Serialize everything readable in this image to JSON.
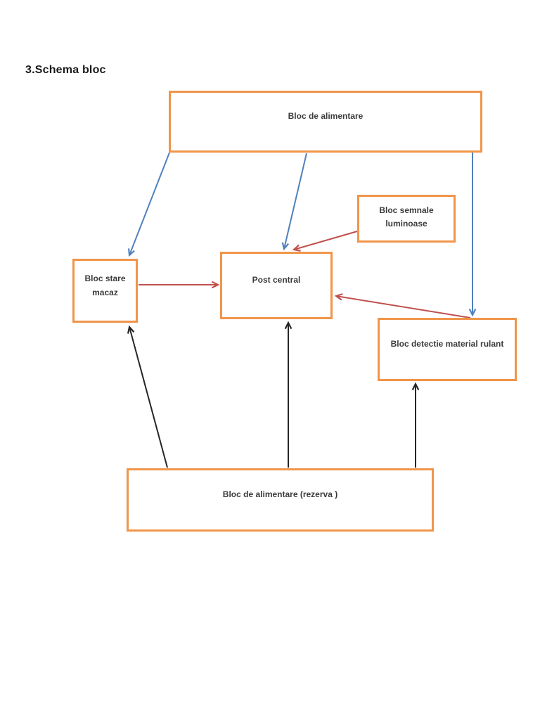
{
  "page": {
    "heading": "3.Schema bloc"
  },
  "diagram": {
    "boxes": {
      "alimentare": {
        "label": "Bloc de alimentare"
      },
      "semnale": {
        "label": "Bloc semnale luminoase"
      },
      "stare_macaz": {
        "label": "Bloc stare macaz"
      },
      "post_central": {
        "label": "Post central"
      },
      "detectie": {
        "label": "Bloc detectie material rulant"
      },
      "rezerva": {
        "label": "Bloc de alimentare (rezerva )"
      }
    },
    "connections": [
      {
        "from": "alimentare",
        "to": "stare_macaz",
        "color": "blue"
      },
      {
        "from": "alimentare",
        "to": "post_central",
        "color": "blue"
      },
      {
        "from": "alimentare",
        "to": "detectie",
        "color": "blue"
      },
      {
        "from": "semnale",
        "to": "post_central",
        "color": "red"
      },
      {
        "from": "stare_macaz",
        "to": "post_central",
        "color": "red"
      },
      {
        "from": "detectie",
        "to": "post_central",
        "color": "red"
      },
      {
        "from": "rezerva",
        "to": "stare_macaz",
        "color": "black"
      },
      {
        "from": "rezerva",
        "to": "post_central",
        "color": "black"
      },
      {
        "from": "rezerva",
        "to": "detectie",
        "color": "black"
      }
    ],
    "colors": {
      "box_border": "#F0954A",
      "arrow_blue": "#4F81BD",
      "arrow_red": "#C0504D",
      "arrow_black": "#262626",
      "label_text": "#3B3B3B",
      "background": "#FFFFFF"
    }
  }
}
